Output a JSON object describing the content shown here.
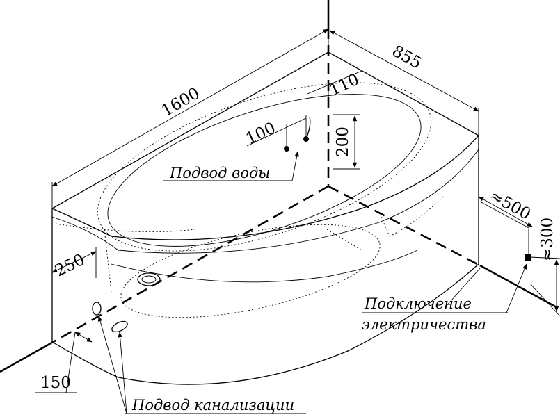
{
  "dimensions": {
    "length": "1600",
    "width": "855",
    "water_offset_110": "110",
    "water_spacing_100": "100",
    "water_height_200": "200",
    "electric_offset_500": "≈500",
    "electric_height_300": "≈300",
    "drain_offset_250": "250",
    "drain_spacing_150": "150"
  },
  "labels": {
    "water_supply": "Подвод воды",
    "electricity_line1": "Подключение",
    "electricity_line2": "электричества",
    "drain_supply": "Подвод канализации"
  }
}
